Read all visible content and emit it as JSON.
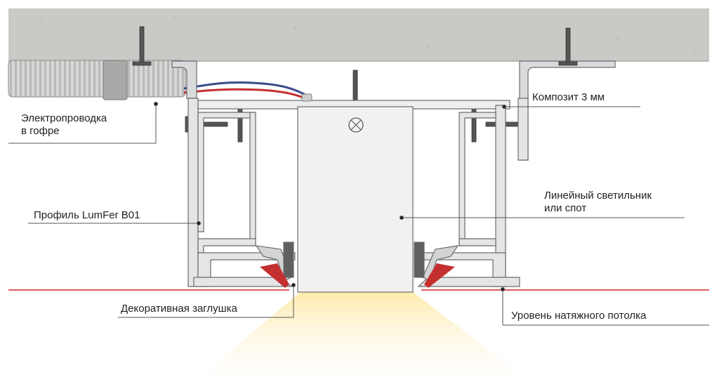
{
  "labels": {
    "wiring_line1": "Электропроводка",
    "wiring_line2": "в гофре",
    "composite": "Композит 3 мм",
    "profile": "Профиль LumFer B01",
    "luminaire_line1": "Линейный светильник",
    "luminaire_line2": "или спот",
    "plug": "Декоративная заглушка",
    "ceiling_level": "Уровень натяжного потолка"
  },
  "colors": {
    "concrete": "#c9c9c6",
    "aluminum": "#e3e5e6",
    "outline": "#6c6c6c",
    "stretch_ceiling_line": "#d0262a",
    "light_beam": "#fdf0c4",
    "leader": "#555555"
  }
}
